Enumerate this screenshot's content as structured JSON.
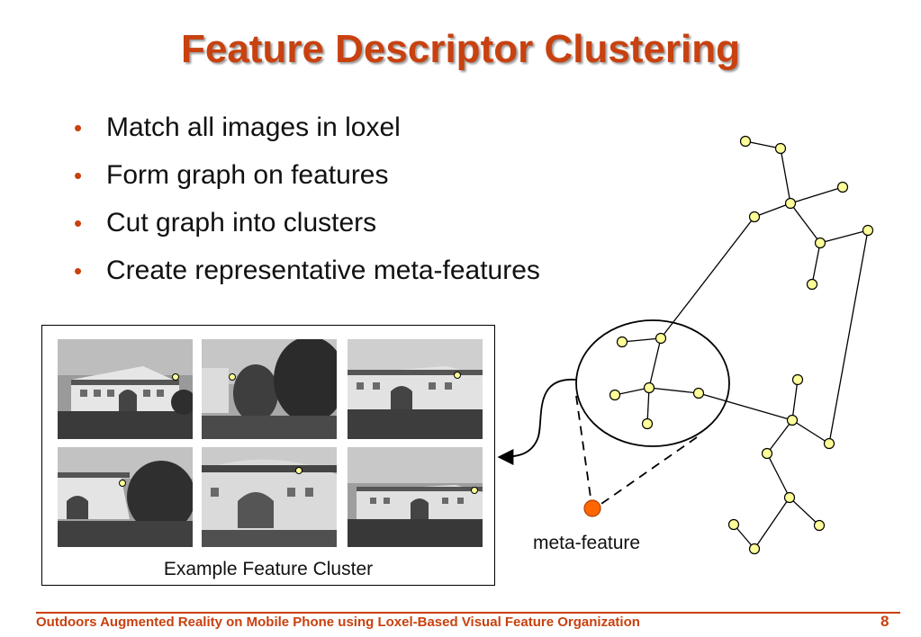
{
  "slide": {
    "title": "Feature Descriptor Clustering",
    "bullets": [
      "Match all images in loxel",
      "Form graph on features",
      "Cut graph into clusters",
      "Create representative meta-features"
    ],
    "figure_caption": "Example Feature Cluster",
    "meta_feature_label": "meta-feature",
    "footer": "Outdoors Augmented Reality on Mobile Phone using Loxel-Based Visual Feature Organization",
    "page_number": "8"
  },
  "colors": {
    "accent": "#c8410f",
    "node_fill": "#ffff99",
    "meta_node_fill": "#ff6600"
  }
}
